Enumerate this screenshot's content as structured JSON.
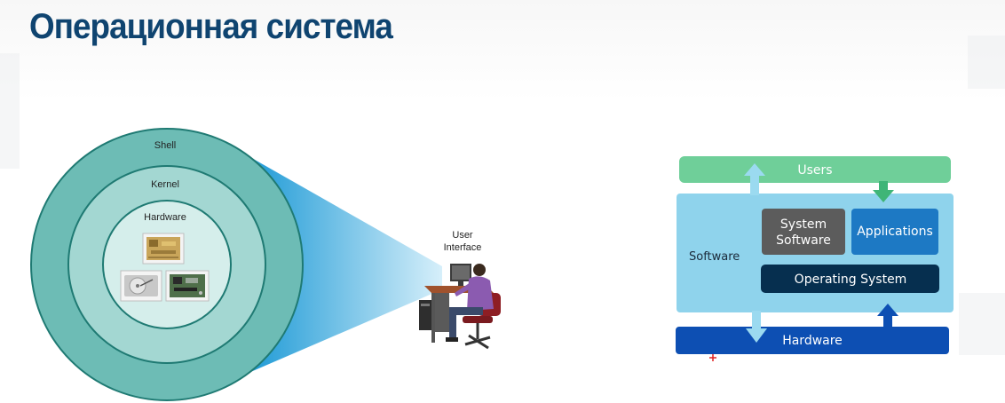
{
  "title": "Операционная система",
  "left_diagram": {
    "shell_label": "Shell",
    "kernel_label": "Kernel",
    "hardware_label": "Hardware",
    "user_interface_label_line1": "User",
    "user_interface_label_line2": "Interface",
    "hardware_images": [
      "motherboard-icon",
      "hard-drive-icon",
      "circuit-board-icon"
    ],
    "user_icon": "person-at-computer-icon"
  },
  "right_diagram": {
    "users_label": "Users",
    "software_label": "Software",
    "system_software_line1": "System",
    "system_software_line2": "Software",
    "applications_label": "Applications",
    "operating_system_label": "Operating System",
    "hardware_label": "Hardware"
  },
  "colors": {
    "title": "#0f4470",
    "shell": "#6dbcb5",
    "kernel": "#a3d7d2",
    "hardware_core": "#d5eeeb",
    "ring_stroke": "#1f7a73",
    "users_bar": "#6fcf99",
    "software_bg": "#8fd3ec",
    "system_software": "#5c5c5c",
    "applications": "#1d79c4",
    "operating_system": "#062f4f",
    "hardware_bar": "#0d4fb3",
    "arrow_light": "#9bdaf0",
    "arrow_dark": "#0d4fb3"
  }
}
